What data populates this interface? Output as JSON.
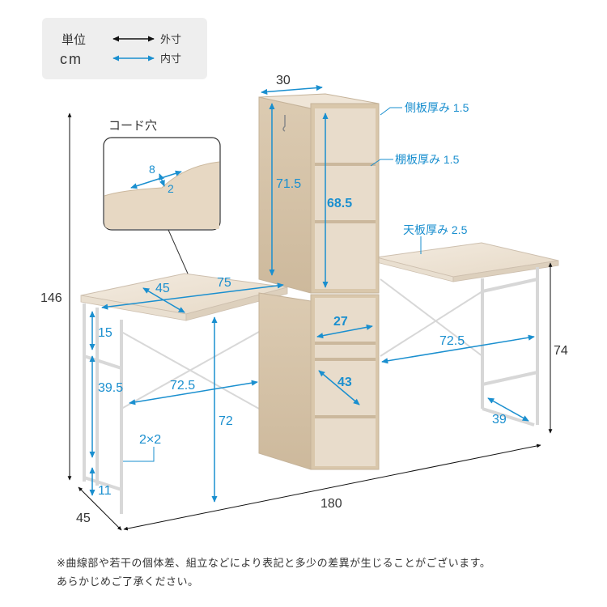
{
  "legend": {
    "unit_label": "単位",
    "unit_value": "cm",
    "outer_label": "外寸",
    "inner_label": "内寸",
    "outer_color": "#111111",
    "inner_color": "#1a8fcf"
  },
  "cord_hole": {
    "title": "コード穴",
    "width": "8",
    "depth": "2"
  },
  "dimensions": {
    "rack_depth": "30",
    "rack_inner_height": "71.5",
    "rack_shelf_height": "68.5",
    "total_height": "146",
    "left_desk_depth": "45",
    "left_desk_width": "75",
    "upper_gap": "15",
    "frame_height": "39.5",
    "left_knee_width": "72.5",
    "desk_height_inner": "72",
    "frame_beam": "2×2",
    "foot_clearance": "11",
    "base_depth": "45",
    "total_width": "180",
    "cabinet_inner_width": "27",
    "cabinet_diagonal": "43",
    "right_knee_width": "72.5",
    "right_depth": "39",
    "desk_height": "74"
  },
  "callouts": {
    "side_panel": "側板厚み 1.5",
    "shelf_board": "棚板厚み 1.5",
    "top_board": "天板厚み 2.5"
  },
  "notes": [
    "※曲線部や若干の個体差、組立などにより表記と多少の差異が生じることがございます。",
    "あらかじめご了承ください。"
  ]
}
